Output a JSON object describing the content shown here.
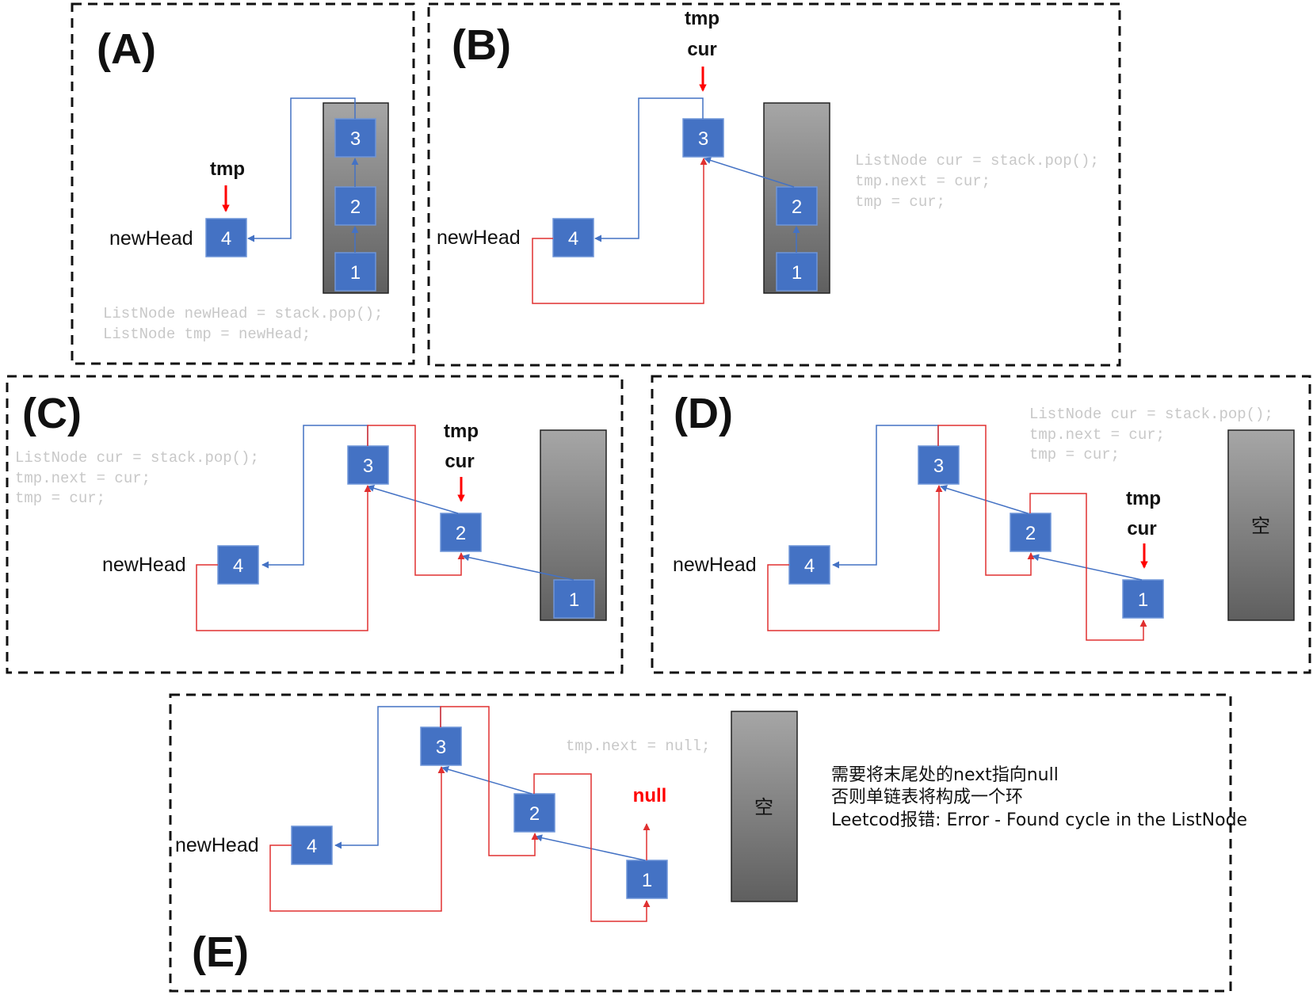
{
  "colors": {
    "node_fill": "#4472c4",
    "blue_link": "#4472c4",
    "red_link": "#e03030",
    "pointer_arrow": "#ff0000",
    "code_text": "#c8c8c8",
    "stack_gradient_top": "#a6a6a6",
    "stack_gradient_bottom": "#5f5f5f"
  },
  "panel_a": {
    "label": "(A)",
    "new_head_label": "newHead",
    "tmp_label": "tmp",
    "stack_nodes": [
      "3",
      "2",
      "1"
    ],
    "head_node": "4",
    "code": [
      "ListNode newHead = stack.pop();",
      "ListNode tmp = newHead;"
    ]
  },
  "panel_b": {
    "label": "(B)",
    "new_head_label": "newHead",
    "tmp_label": "tmp",
    "cur_label": "cur",
    "moved_nodes": [
      "3"
    ],
    "stack_nodes": [
      "2",
      "1"
    ],
    "head_node": "4",
    "code": [
      "ListNode cur = stack.pop();",
      "tmp.next = cur;",
      "tmp = cur;"
    ]
  },
  "panel_c": {
    "label": "(C)",
    "new_head_label": "newHead",
    "tmp_label": "tmp",
    "cur_label": "cur",
    "moved_nodes": [
      "3",
      "2"
    ],
    "stack_nodes": [
      "1"
    ],
    "head_node": "4",
    "code": [
      "ListNode cur = stack.pop();",
      "tmp.next = cur;",
      "tmp = cur;"
    ]
  },
  "panel_d": {
    "label": "(D)",
    "new_head_label": "newHead",
    "tmp_label": "tmp",
    "cur_label": "cur",
    "moved_nodes": [
      "3",
      "2",
      "1"
    ],
    "head_node": "4",
    "stack_empty_text": "空",
    "code": [
      "ListNode cur = stack.pop();",
      "tmp.next = cur;",
      "tmp = cur;"
    ]
  },
  "panel_e": {
    "label": "(E)",
    "new_head_label": "newHead",
    "null_label": "null",
    "moved_nodes": [
      "3",
      "2",
      "1"
    ],
    "head_node": "4",
    "stack_empty_text": "空",
    "code": [
      "tmp.next = null;"
    ],
    "note": [
      "需要将末尾处的next指向null",
      "否则单链表将构成一个环",
      "Leetcod报错:  Error - Found cycle in the ListNode"
    ]
  }
}
